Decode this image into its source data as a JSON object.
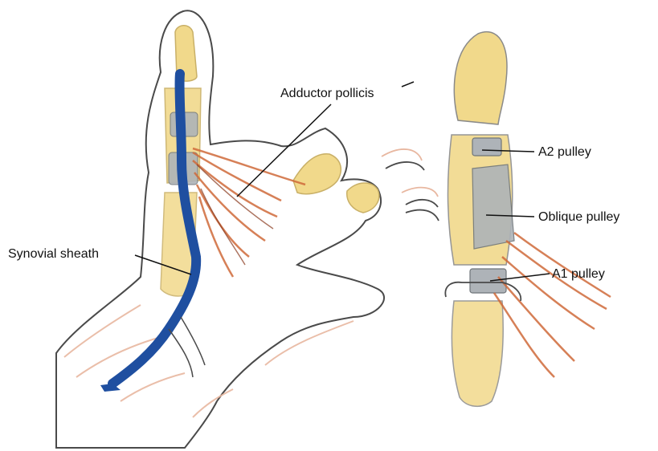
{
  "labels": {
    "adductor_pollicis": "Adductor pollicis",
    "synovial_sheath": "Synovial sheath",
    "a2_pulley": "A2 pulley",
    "oblique_pulley": "Oblique pulley",
    "a1_pulley": "A1 pulley"
  },
  "colors": {
    "outline": "#4a4a4a",
    "bone": "#f1d98b",
    "bone_shadow": "#c9b067",
    "tendon_sheath": "#1f4fa0",
    "muscle": "#d06a3a",
    "pulley": "#aeb3b8",
    "skin_shade": "#e8b7a0"
  }
}
